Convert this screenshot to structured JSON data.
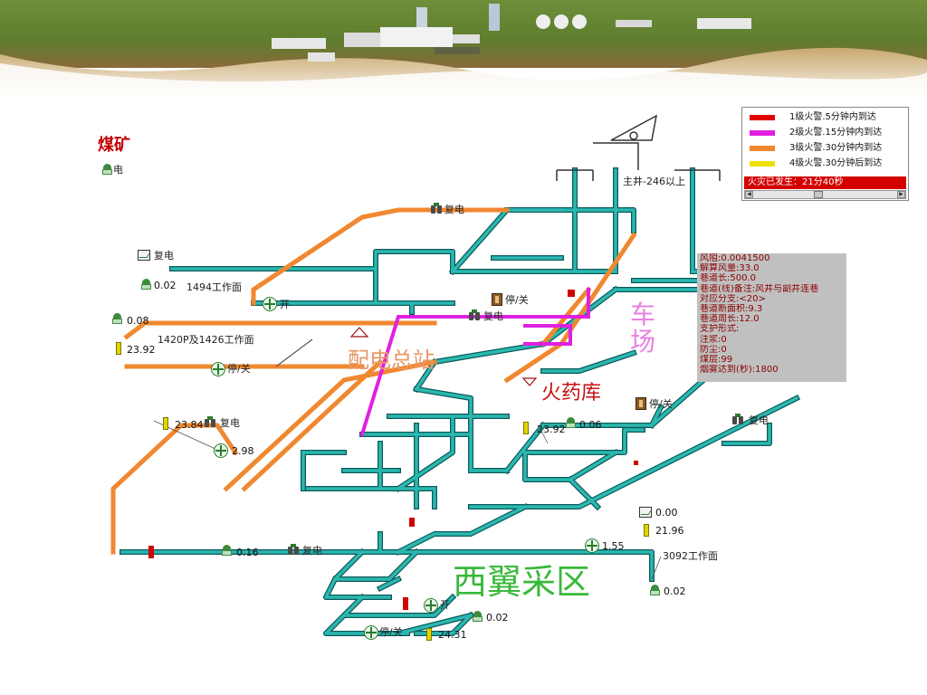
{
  "top_left": {
    "title": "煤矿",
    "status": "电"
  },
  "legend": {
    "items": [
      {
        "label": "1级火警.5分钟内到达",
        "color": "#e00000"
      },
      {
        "label": "2级火警.15分钟内到达",
        "color": "#e020e0"
      },
      {
        "label": "3级火警.30分钟内到达",
        "color": "#f08830"
      },
      {
        "label": "4级火警.30分钟后到达",
        "color": "#f0e000"
      }
    ],
    "fire_status": "火灾已发生：21分40秒"
  },
  "info_panel": {
    "rows": [
      "风阻:0.0041500",
      "解算风量:33.0",
      "巷道长:500.0",
      "巷道(线)备注:风井与副井连巷",
      "对应分支:<20>",
      "巷道断面积:9.3",
      "巷道周长:12.0",
      "支护形式:",
      "注浆:0",
      "防尘:0",
      "煤层:99",
      "烟雾达到(秒):1800"
    ]
  },
  "zones": {
    "power_station": "配电总站",
    "magazine": "火药库",
    "parking": "车场",
    "west_wing": "西翼采区"
  },
  "labels": {
    "main_shaft": "主井-246以上",
    "face_1494": "1494工作面",
    "face_1420": "1420P及1426工作面",
    "face_3092": "3092工作面"
  },
  "device_text": {
    "fudian_1": "复电",
    "fudian_2": "复电",
    "fudian_3": "复电",
    "fudian_4": "复电",
    "fudian_5": "复电",
    "fudian_6": "复电",
    "kai_1": "开",
    "kai_2": "开",
    "tingguan_1": "停/关",
    "tingguan_2": "停/关",
    "tingguan_3": "停/关",
    "tingguan_4": "停/关"
  },
  "readings": {
    "r1": "0.02",
    "r2": "0.08",
    "r3": "23.92",
    "r4": "23.84",
    "r5": "2.98",
    "r6": "23.92",
    "r7": "0.06",
    "r8": "0.16",
    "r9": "0.00",
    "r10": "21.96",
    "r11": "1.55",
    "r12": "0.02",
    "r13": "0.02",
    "r14": "24.31"
  }
}
